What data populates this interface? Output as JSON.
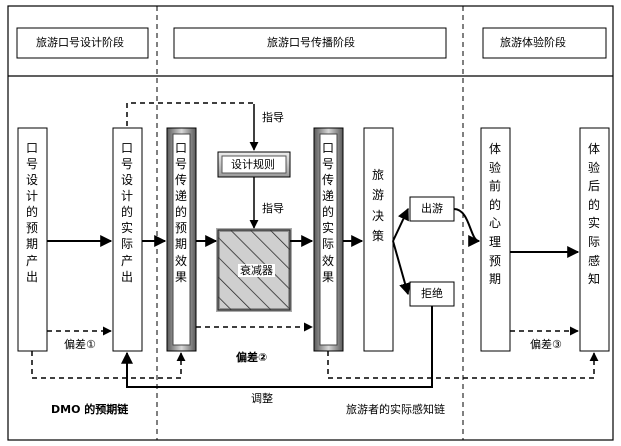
{
  "stages": {
    "design": "旅游口号设计阶段",
    "spread": "旅游口号传播阶段",
    "experience": "旅游体验阶段"
  },
  "boxes": {
    "expected_output": "口号设计的预期产出",
    "actual_output": "口号设计的实际产出",
    "expected_effect": "口号传递的预期效果",
    "actual_effect": "口号传递的实际效果",
    "decision": "旅游决策",
    "pre_expectation": "体验前的心理预期",
    "post_perception": "体验后的实际感知",
    "design_rules": "设计规则",
    "attenuator": "衰减器",
    "go": "出游",
    "reject": "拒绝"
  },
  "labels": {
    "guide_top": "指导",
    "guide_mid": "指导",
    "deviation1": "偏差①",
    "deviation2": "偏差②",
    "deviation3": "偏差③",
    "adjust": "调整",
    "dmo_chain": "DMO 的预期链",
    "tourist_chain": "旅游者的实际感知链"
  }
}
